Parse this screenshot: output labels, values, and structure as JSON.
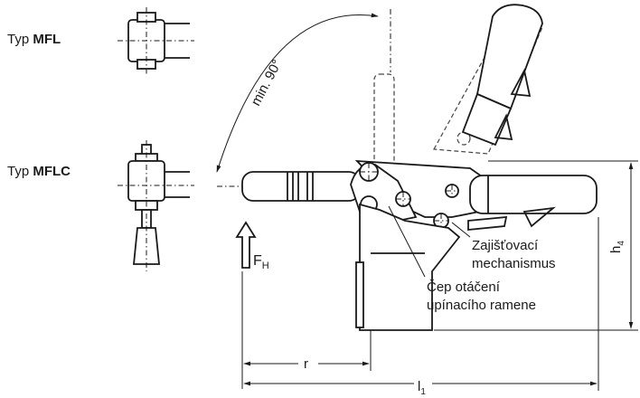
{
  "labels": {
    "typ_prefix_mfl": "Typ ",
    "typ_code_mfl": "MFL",
    "typ_prefix_mflc": "Typ ",
    "typ_code_mflc": "MFLC",
    "angle": "min. 90°",
    "force": "F",
    "force_sub": "H",
    "locking_line1": "Zajišťovací",
    "locking_line2": "mechanismus",
    "pivot_line1": "Čep otáčení",
    "pivot_line2": "upínacího ramene",
    "dim_r": "r",
    "dim_l": "l",
    "dim_l_sub": "1",
    "dim_h": "h",
    "dim_h_sub": "4"
  },
  "colors": {
    "line": "#1a1a1a",
    "background": "#ffffff"
  }
}
